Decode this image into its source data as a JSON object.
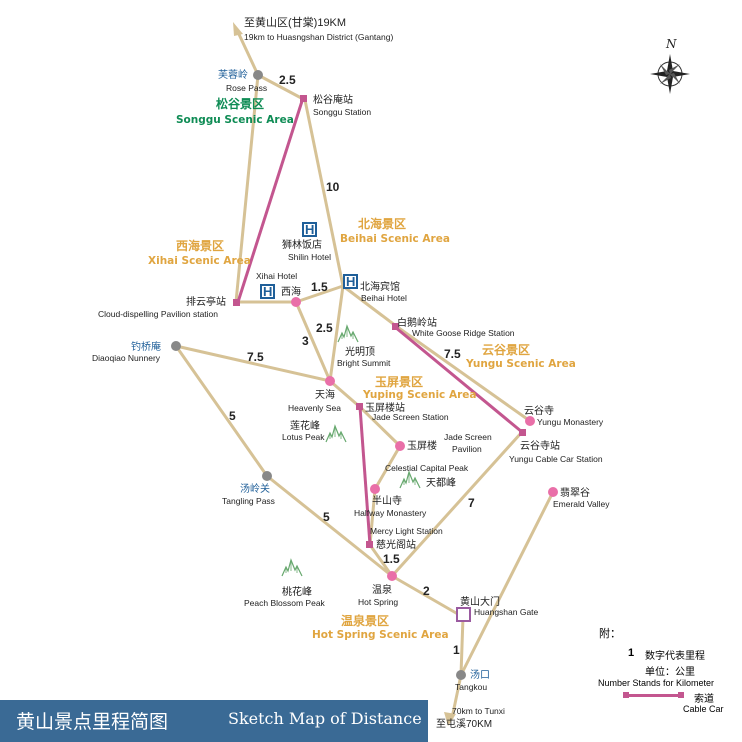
{
  "title": {
    "zh": "黄山景点里程简图",
    "en": "Sketch Map of Distance"
  },
  "north": "N",
  "colors": {
    "road": "#d6c296",
    "cable": "#c3568f",
    "area_gold": "#e0a540",
    "area_green": "#0f8c55",
    "title_bg": "#3a6a95",
    "blue_text": "#1f5f99",
    "node_gray": "#888888",
    "node_pink": "#e96fa8"
  },
  "labels": {
    "to_gantang_zh": "至黄山区(甘棠)19KM",
    "to_gantang_en": "19km to Huasngshan District (Gantang)",
    "rose_zh": "芙蓉岭",
    "rose_en": "Rose Pass",
    "songgu_station_zh": "松谷庵站",
    "songgu_station_en": "Songgu Station",
    "songgu_area_zh": "松谷景区",
    "songgu_area_en": "Songgu Scenic Area",
    "beihai_area_zh": "北海景区",
    "beihai_area_en": "Beihai Scenic Area",
    "xihai_area_zh": "西海景区",
    "xihai_area_en": "Xihai Scenic Area",
    "shilin_zh": "狮林饭店",
    "shilin_en": "Shilin Hotel",
    "xihai_hotel_en": "Xihai Hotel",
    "xihai_zh": "西海",
    "beihai_hotel_zh": "北海宾馆",
    "beihai_hotel_en": "Beihai Hotel",
    "paiyun_zh": "排云亭站",
    "paiyun_en": "Cloud-dispelling Pavilion station",
    "baie_zh": "白鹅岭站",
    "baie_en": "White Goose Ridge Station",
    "diaoqiao_zh": "钓桥庵",
    "diaoqiao_en": "Diaoqiao Nunnery",
    "bright_zh": "光明顶",
    "bright_en": "Bright Summit",
    "yungu_area_zh": "云谷景区",
    "yungu_area_en": "Yungu Scenic Area",
    "tianhai_zh": "天海",
    "tianhai_en": "Heavenly Sea",
    "yuping_area_zh": "玉屏景区",
    "yuping_area_en": "Yuping Scenic Area",
    "yuping_station_zh": "玉屏楼站",
    "yuping_station_en": "Jade Screen Station",
    "yungu_mon_zh": "云谷寺",
    "yungu_mon_en": "Yungu Monastery",
    "yungu_cable_zh": "云谷寺站",
    "yungu_cable_en": "Yungu Cable Car Station",
    "lotus_zh": "莲花峰",
    "lotus_en": "Lotus Peak",
    "jade_pav_zh": "玉屏楼",
    "jade_pav_en1": "Jade Screen",
    "jade_pav_en2": "Pavilion",
    "celestial_en": "Celestial Capital Peak",
    "celestial_zh": "天都峰",
    "tangling_zh": "汤岭关",
    "tangling_en": "Tangling Pass",
    "halfway_zh": "半山寺",
    "halfway_en": "Halfway Monastery",
    "emerald_zh": "翡翠谷",
    "emerald_en": "Emerald Valley",
    "mercy_en": "Mercy Light Station",
    "mercy_zh": "慈光阁站",
    "peach_zh": "桃花峰",
    "peach_en": "Peach Blossom Peak",
    "hotspring_zh": "温泉",
    "hotspring_en": "Hot Spring",
    "gate_zh": "黄山大门",
    "gate_en": "Huangshan Gate",
    "hotspring_area_zh": "温泉景区",
    "hotspring_area_en": "Hot Spring Scenic Area",
    "tangkou_zh": "汤口",
    "tangkou_en": "Tangkou",
    "to_tunxi_en": "70km to Tunxi",
    "to_tunxi_zh": "至屯溪70KM"
  },
  "distances": [
    "2.5",
    "10",
    "1.5",
    "2.5",
    "3",
    "7.5",
    "7.5",
    "5",
    "5",
    "7",
    "1.5",
    "2",
    "1"
  ],
  "hotel_glyph": "H",
  "legend": {
    "title": "附：",
    "num": "1",
    "num_desc": "数字代表里程",
    "unit": "单位：公里",
    "en": "Number Stands for Kilometer",
    "cable_zh": "索道",
    "cable_en": "Cable Car"
  }
}
